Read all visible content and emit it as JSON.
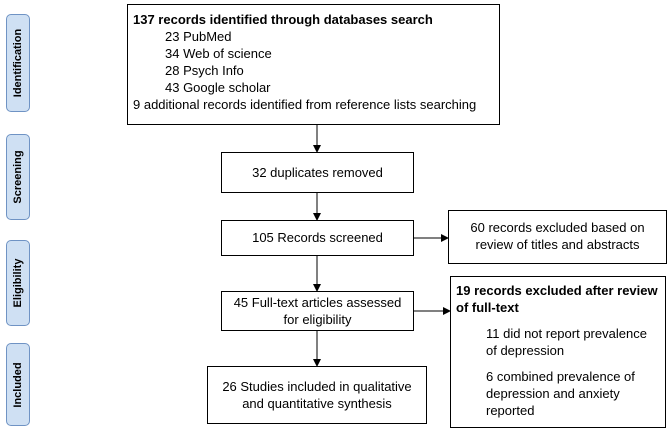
{
  "phases": {
    "identification": "Identification",
    "screening": "Screening",
    "eligibility": "Eligibility",
    "included": "Included"
  },
  "identification_box": {
    "title": "137 records identified through databases search",
    "sources": [
      "23 PubMed",
      "34 Web of science",
      "28 Psych Info",
      "43 Google scholar"
    ],
    "additional": "9 additional records identified from reference lists searching"
  },
  "duplicates_box": {
    "text": "32 duplicates removed"
  },
  "screened_box": {
    "text": "105 Records screened"
  },
  "excluded_titles_box": {
    "line1": "60 records excluded based on",
    "line2": "review of titles and abstracts"
  },
  "fulltext_box": {
    "line1": "45 Full-text articles assessed",
    "line2": "for eligibility"
  },
  "excluded_fulltext_box": {
    "title_line1": "19 records excluded after review",
    "title_line2": "of full-text",
    "reason1_line1": "11 did not report prevalence",
    "reason1_line2": "of depression",
    "reason2_line1": "6 combined prevalence of",
    "reason2_line2": "depression and anxiety",
    "reason2_line3": "reported"
  },
  "included_box": {
    "line1": "26 Studies included in qualitative",
    "line2": "and quantitative synthesis"
  }
}
